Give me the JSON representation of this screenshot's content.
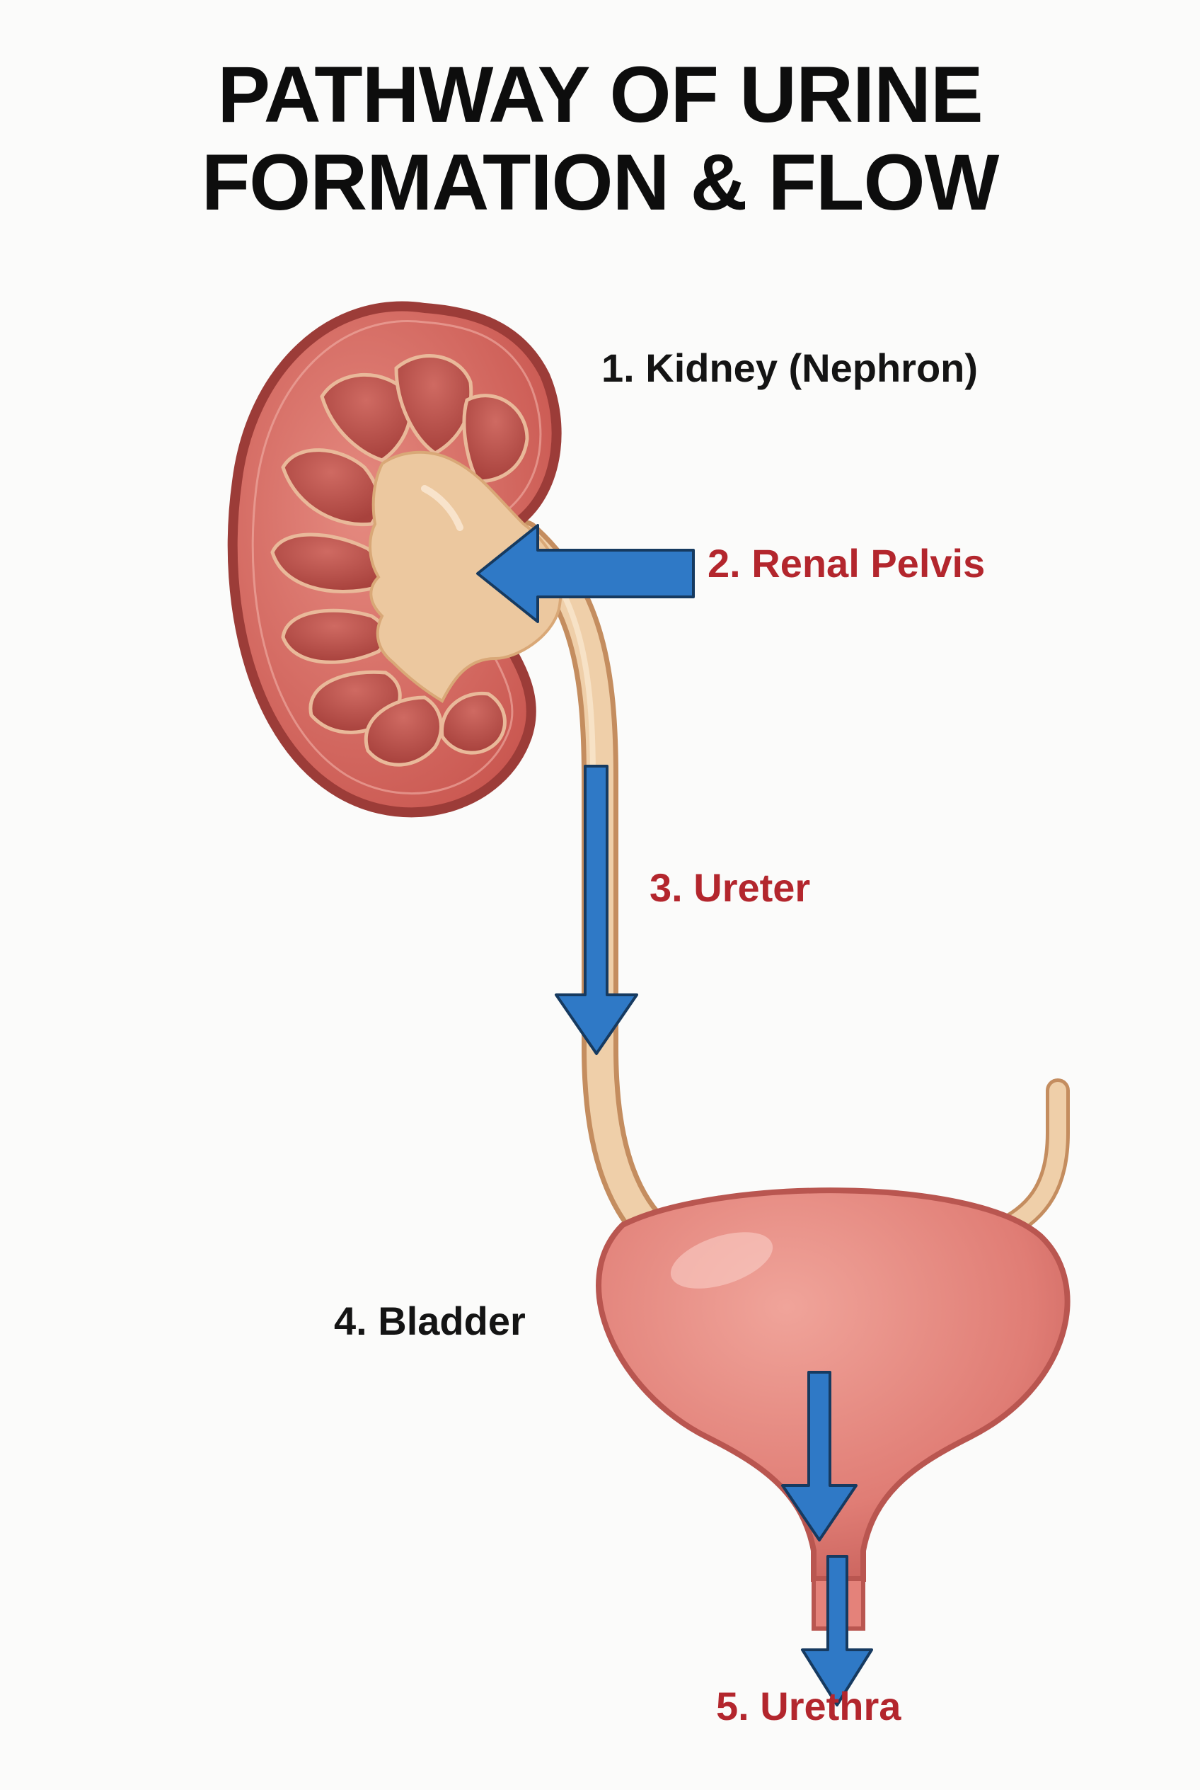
{
  "title": {
    "line1": "PATHWAY OF URINE",
    "line2": "FORMATION & FLOW"
  },
  "labels": {
    "kidney": "1. Kidney (Nephron)",
    "renal_pelvis": "2. Renal Pelvis",
    "ureter": "3. Ureter",
    "bladder": "4. Bladder",
    "urethra": "5. Urethra"
  },
  "colors": {
    "arrow": "#2f79c6",
    "label_red": "#b3262d",
    "label_dark": "#141414",
    "kidney_tissue": "#d46a63",
    "pelvis": "#ecc89f",
    "bladder": "#e4827a"
  }
}
